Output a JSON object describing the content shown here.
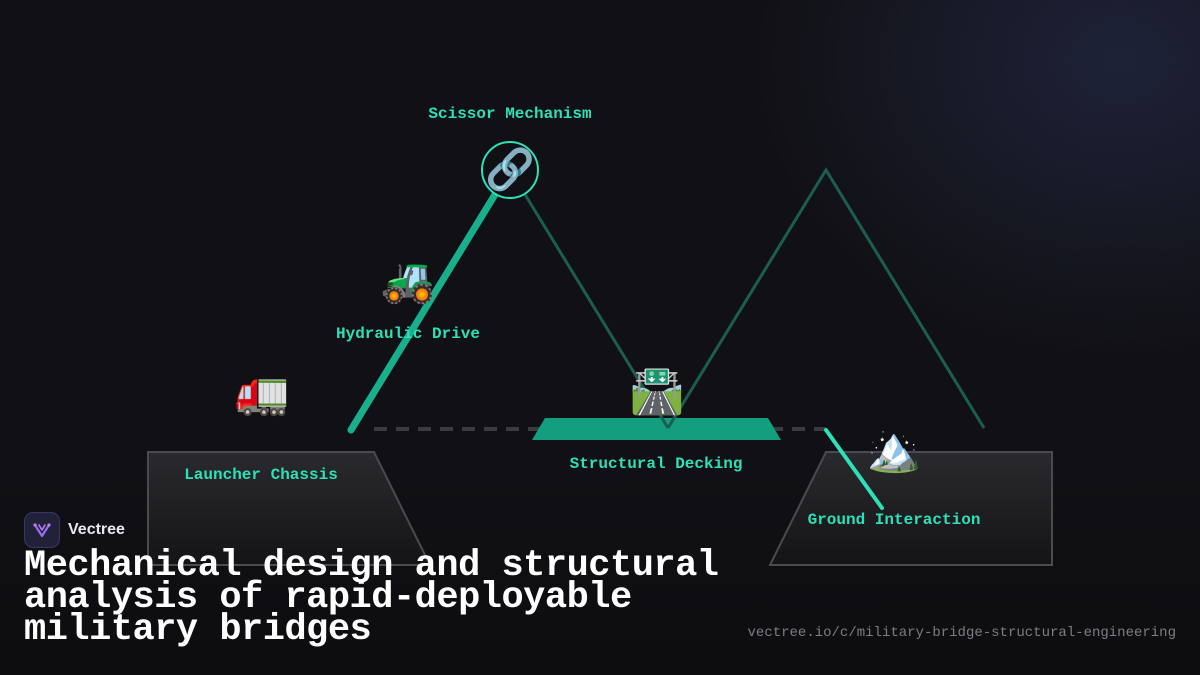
{
  "brand": {
    "name": "Vectree"
  },
  "title": "Mechanical design and structural analysis of rapid-deployable military bridges",
  "url": "vectree.io/c/military-bridge-structural-engineering",
  "colors": {
    "accent": "#2de0b8",
    "accent_dim": "#1b5e4f",
    "deck": "#139e80",
    "background": "#111115"
  },
  "nodes": {
    "scissor": {
      "label": "Scissor Mechanism",
      "icon": "🔗",
      "icon_name": "link-icon"
    },
    "hydraulic": {
      "label": "Hydraulic Drive",
      "icon": "🚜",
      "icon_name": "tractor-icon"
    },
    "launcher": {
      "label": "Launcher Chassis",
      "icon": "🚛",
      "icon_name": "truck-icon"
    },
    "decking": {
      "label": "Structural Decking",
      "icon": "🛣️",
      "icon_name": "motorway-icon"
    },
    "ground": {
      "label": "Ground Interaction",
      "icon": "🏔️",
      "icon_name": "mountain-icon"
    }
  }
}
